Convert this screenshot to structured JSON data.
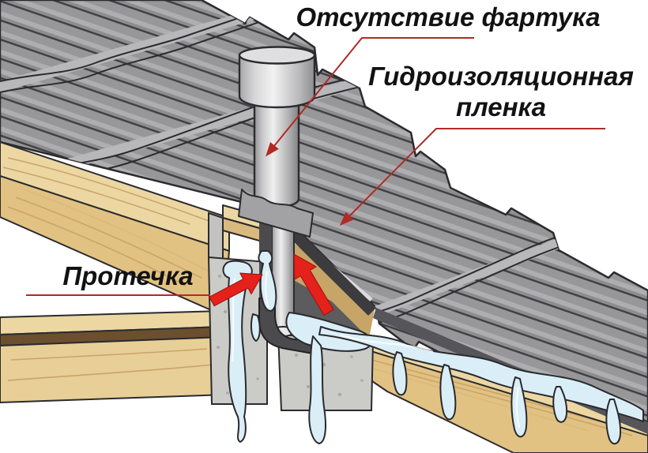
{
  "diagram": {
    "labels": {
      "missing_apron": "Отсутствие фартука",
      "membrane_line1": "Гидроизоляционная",
      "membrane_line2": "пленка",
      "leak": "Протечка"
    },
    "annotations": [
      {
        "label": "Отсутствие фартука",
        "target": "vent-pipe-base",
        "pointer": "thin-red-leader-arrow"
      },
      {
        "label": "Гидроизоляционная пленка",
        "target": "roof-membrane-film",
        "pointer": "thin-red-leader-arrow"
      },
      {
        "label": "Протечка",
        "target": "water-leak-at-pipe",
        "pointer": "thick-red-arrow"
      }
    ],
    "colors": {
      "label_text": "#121212",
      "leader_line": "#b22a24",
      "arrow": "#e4211a",
      "tile": "#97979a",
      "tile_step": "#b8b8bb",
      "outline": "#2b2b2e",
      "wood_light": "#ecd7a3",
      "wood_mid": "#e2c283",
      "wood_dark_gap": "#6b4f2e",
      "concrete": "#cbcbc7",
      "water": "#daeef7",
      "pipe_light": "#efefef",
      "pipe_dark": "#838386",
      "rubber_boot": "#4b4b4e"
    }
  }
}
